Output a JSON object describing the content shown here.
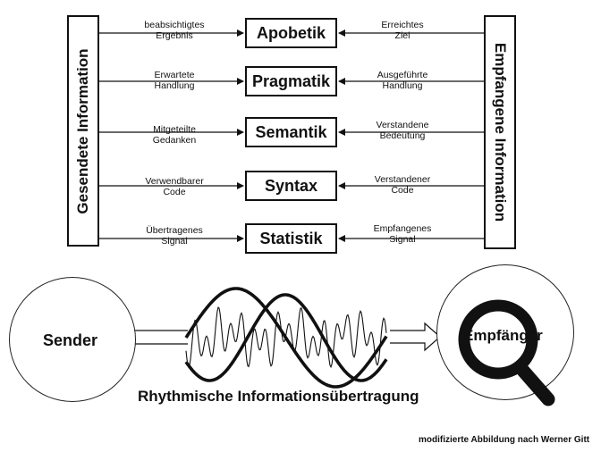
{
  "left_panel": {
    "label": "Gesendete Information"
  },
  "right_panel": {
    "label": "Empfangene Information"
  },
  "levels": [
    {
      "name": "Apobetik",
      "sent": "beabsichtigtes\nErgebnis",
      "received": "Erreichtes\nZiel"
    },
    {
      "name": "Pragmatik",
      "sent": "Erwartete\nHandlung",
      "received": "Ausgeführte\nHandlung"
    },
    {
      "name": "Semantik",
      "sent": "Mitgeteilte\nGedanken",
      "received": "Verstandene\nBedeutung"
    },
    {
      "name": "Syntax",
      "sent": "Verwendbarer\nCode",
      "received": "Verstandener\nCode"
    },
    {
      "name": "Statistik",
      "sent": "Übertragenes\nSignal",
      "received": "Empfangenes\nSignal"
    }
  ],
  "sender": {
    "label": "Sender"
  },
  "receiver": {
    "label": "Empfänger",
    "icon": "magnifier-icon"
  },
  "transmission": {
    "caption": "Rhythmische Informationsübertragung"
  },
  "credit": "modifizierte Abbildung nach Werner Gitt"
}
